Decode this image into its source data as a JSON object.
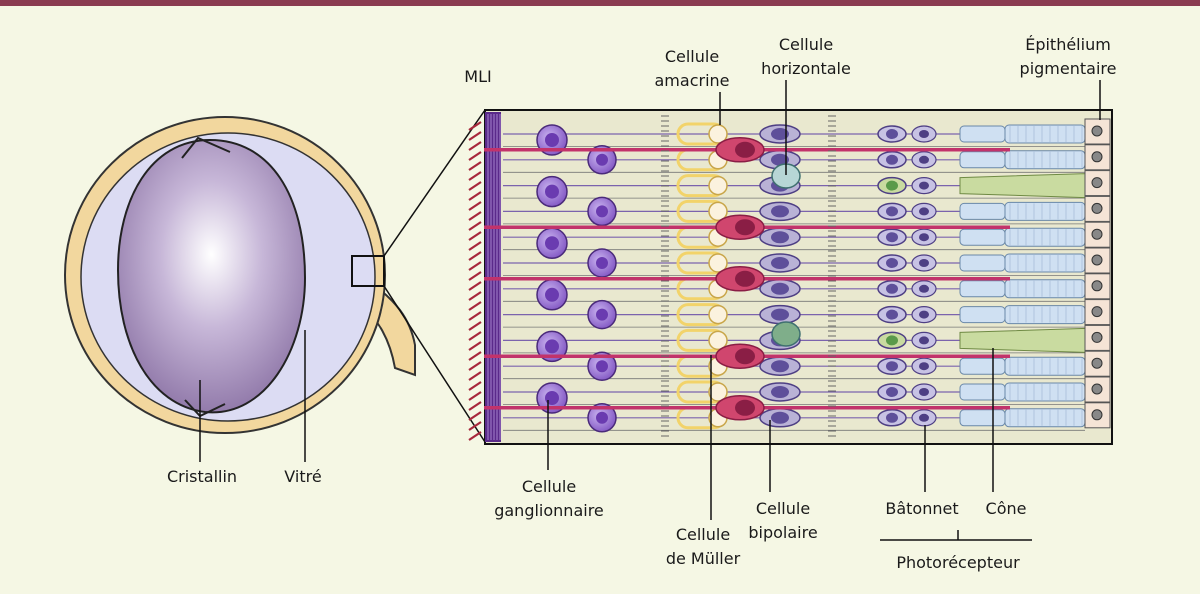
{
  "labels": {
    "mli": "MLI",
    "cellule_amacrine_1": "Cellule",
    "cellule_amacrine_2": "amacrine",
    "cellule_horizontale_1": "Cellule",
    "cellule_horizontale_2": "horizontale",
    "epithelium_1": "Épithélium",
    "epithelium_2": "pigmentaire",
    "cristallin": "Cristallin",
    "vitre": "Vitré",
    "cellule_ganglionnaire_1": "Cellule",
    "cellule_ganglionnaire_2": "ganglionnaire",
    "cellule_muller_1": "Cellule",
    "cellule_muller_2": "de Müller",
    "cellule_bipolaire_1": "Cellule",
    "cellule_bipolaire_2": "bipolaire",
    "batonnet": "Bâtonnet",
    "cone": "Cône",
    "photorecepteur": "Photorécepteur"
  },
  "colors": {
    "background": "#f5f7e4",
    "accent_rule": "#8a3b50",
    "sclera": "#f2d79e",
    "vitreous": "#dcdcf3",
    "lens": "#a48cbb",
    "retina_bg": "#e9e8cf",
    "ganglion": "#8b5cc8",
    "muller_fiber": "#c2336b",
    "amacrine": "#f2d36a",
    "bipolar": "#8a83b5",
    "horizontal": "#7fb0b0",
    "rod_segment": "#cfe0f2",
    "cone_segment": "#c9dba0",
    "pigment_epithelium": "#f5e4d6"
  },
  "icons": [
    "eye-cross-section-icon",
    "retina-layers-icon"
  ]
}
